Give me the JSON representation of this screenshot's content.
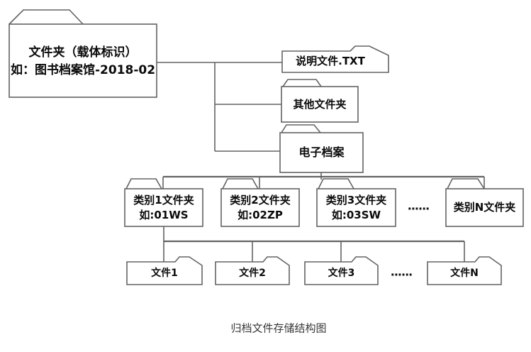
{
  "diagram": {
    "caption": "归档文件存储结构图",
    "nodes": {
      "root_folder": {
        "line1": "文件夹（载体标识）",
        "line2": "如：图书档案馆-2018-02"
      },
      "readme_file": {
        "label": "说明文件.TXT"
      },
      "other_folder": {
        "label": "其他文件夹"
      },
      "electronic_archive_folder": {
        "label": "电子档案"
      },
      "category1_folder": {
        "line1": "类别1文件夹",
        "line2": "如:01WS"
      },
      "category2_folder": {
        "line1": "类别2文件夹",
        "line2": "如:02ZP"
      },
      "category3_folder": {
        "line1": "类别3文件夹",
        "line2": "如:03SW"
      },
      "categoryN_folder": {
        "line1": "类别N文件夹"
      },
      "category_ellipsis": "......",
      "file1": {
        "label": "文件1"
      },
      "file2": {
        "label": "文件2"
      },
      "file3": {
        "label": "文件3"
      },
      "fileN": {
        "label": "文件N"
      },
      "file_ellipsis": "......"
    },
    "colors": {
      "line": "#636363",
      "text": "#0a0a0a",
      "caption": "#383838",
      "background": "#ffffff"
    }
  }
}
